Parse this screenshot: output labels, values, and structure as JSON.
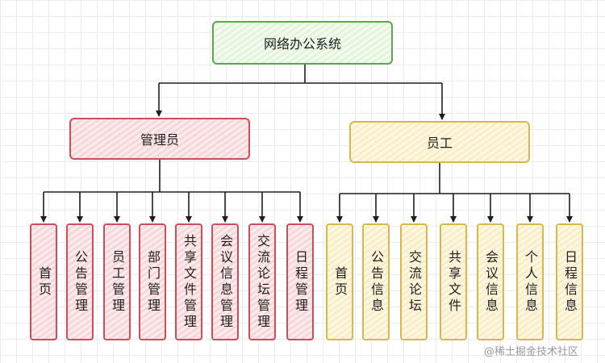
{
  "diagram": {
    "root": "网络办公系统",
    "admin": {
      "title": "管理员",
      "items": [
        "首页",
        "公告管理",
        "员工管理",
        "部门管理",
        "共享文件管理",
        "会议信息管理",
        "交流论坛管理",
        "日程管理"
      ]
    },
    "staff": {
      "title": "员工",
      "items": [
        "首页",
        "公告信息",
        "交流论坛",
        "共享文件",
        "会议信息",
        "个人信息",
        "日程信息"
      ]
    },
    "colors": {
      "root_border": "#5ba84f",
      "admin_border": "#cf4d58",
      "staff_border": "#d8b84a",
      "connector": "#1e1e1e"
    }
  },
  "watermark": "@稀土掘金技术社区"
}
